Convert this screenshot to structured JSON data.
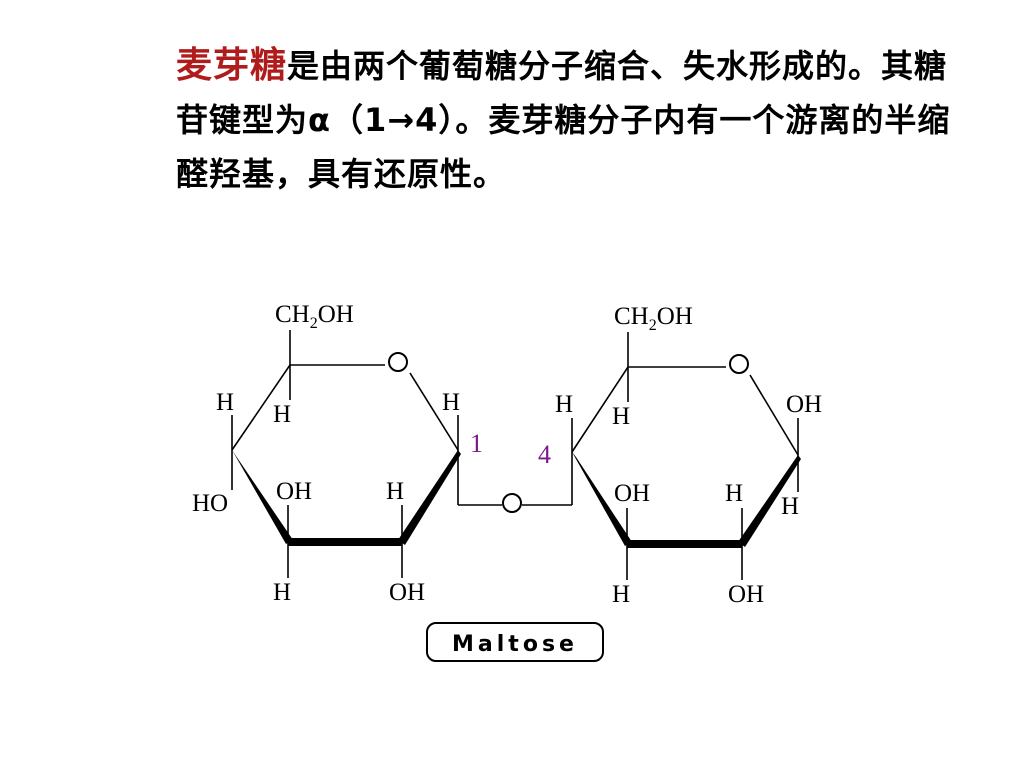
{
  "intro": {
    "highlight": "麦芽糖",
    "text_after_highlight": "是由两个葡萄糖分子缩合、失水形成的。其糖苷键型为α（1→4）。麦芽糖分子内有一个游离的半缩醛羟基，具有还原性。"
  },
  "diagram": {
    "left_ring": {
      "c6": "CH2OH",
      "ring_oxygen": "O",
      "c5_h": "H",
      "c4_h": "H",
      "c4_oh": "HO",
      "c3_oh": "OH",
      "c3_h": "H",
      "c2_h": "H",
      "c2_oh": "OH",
      "c1_h": "H",
      "c1_position": "1"
    },
    "glycosidic_oxygen": "O",
    "right_ring": {
      "c4_position": "4",
      "c6": "CH2OH",
      "ring_oxygen": "O",
      "c4_h": "H",
      "c5_h": "H",
      "c1_oh": "OH",
      "c1_h": "H",
      "c3_oh": "OH",
      "c3_h": "H",
      "c2_h": "H",
      "c2_oh": "OH"
    },
    "name": "Maltose"
  }
}
